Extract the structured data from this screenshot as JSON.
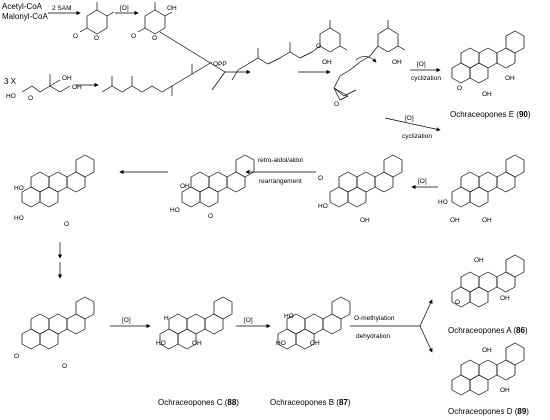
{
  "reagents": {
    "acetyl_coa": "Acetyl-CoA",
    "malonyl_coa": "Malonyl-CoA",
    "sam": "2 SAM",
    "three_x": "3 X",
    "opp": "OPP"
  },
  "arrow_labels": {
    "oxidation": "[O]",
    "cyclization": "cyclization",
    "retro_aldol_1": "retro-aldol/aldol",
    "retro_aldol_2": "rearrangement",
    "o_methylation": "O-methylation",
    "dehydration": "dehydration"
  },
  "atom_labels": {
    "oh": "OH",
    "ho": "HO",
    "o": "O",
    "h": "H",
    "ome": "O"
  },
  "compounds": {
    "e": {
      "name": "Ochraceopones E (",
      "num": "90",
      "close": ")"
    },
    "a": {
      "name": "Ochraceopones A (",
      "num": "86",
      "close": ")"
    },
    "d": {
      "name": "Ochraceopones D (",
      "num": "89",
      "close": ")"
    },
    "c": {
      "name": "Ochraceopones C (",
      "num": "88",
      "close": ")"
    },
    "b": {
      "name": "Ochraceopones B (",
      "num": "87",
      "close": ")"
    }
  }
}
